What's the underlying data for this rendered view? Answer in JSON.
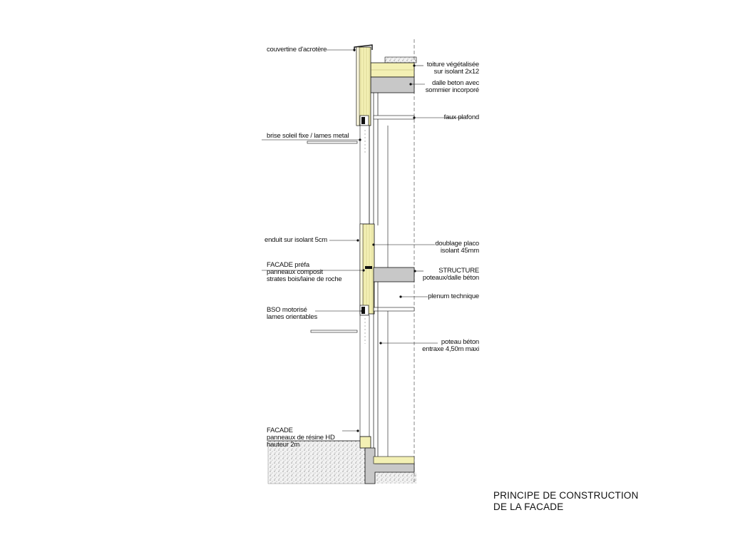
{
  "title": {
    "line1": "PRINCIPE DE CONSTRUCTION",
    "line2": "DE LA FACADE"
  },
  "labels_left": {
    "couvertine": "couvertine d'acrotère",
    "brise_soleil": "brise soleil fixe / lames metal",
    "enduit": "enduit sur isolant 5cm",
    "facade_prefa": [
      "FACADE préfa",
      "panneaux composit",
      "strates bois/laine de roche"
    ],
    "bso": [
      "BSO motorisé",
      "lames orientables"
    ],
    "facade_resine": [
      "FACADE",
      "panneaux de résine HD",
      "hauteur 2m"
    ]
  },
  "labels_right": {
    "toiture": [
      "toiture végétalisée",
      "sur isolant 2x12"
    ],
    "dalle": [
      "dalle beton avec",
      "sommier incorporé"
    ],
    "faux_plafond": "faux plafond",
    "doublage": [
      "doublage placo",
      "isolant 45mm"
    ],
    "structure": [
      "STRUCTURE",
      "poteaux/dalle béton"
    ],
    "plenum": "plenum technique",
    "poteau": [
      "poteau béton",
      "entraxe 4,50m maxi"
    ]
  },
  "colors": {
    "insulation": "#f3f0b4",
    "concrete": "#c8c8c8",
    "ink": "#111111",
    "ground": "#e6e6e6"
  }
}
